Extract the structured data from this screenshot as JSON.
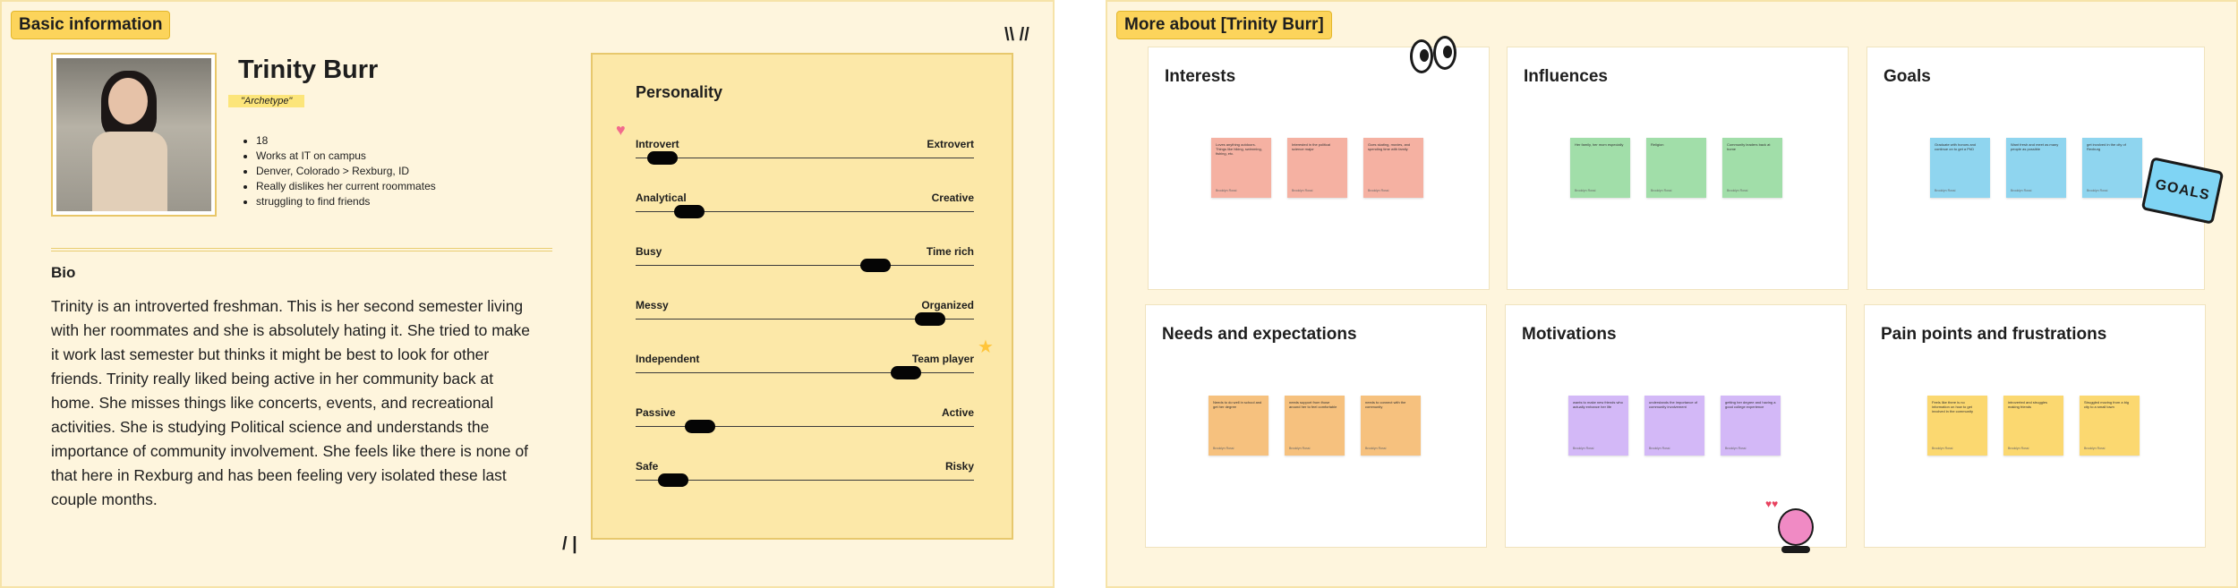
{
  "left_frame": {
    "tag": "Basic information",
    "name": "Trinity Burr",
    "archetype": "\"Archetype\"",
    "facts": [
      "18",
      "Works at IT on campus",
      "Denver, Colorado > Rexburg, ID",
      "Really dislikes her current roommates",
      "struggling to find friends"
    ],
    "bio_heading": "Bio",
    "bio_text": "Trinity is an introverted freshman. This is her second semester living with her roommates and she is absolutely hating it. She tried to make it work last semester but thinks it might be best to look for other friends. Trinity really liked being active in her community back at home. She misses things like concerts, events, and recreational activities. She is studying Political science and understands the importance of community involvement. She feels like there is none of that here in Rexburg and has been feeling very isolated these last couple months.",
    "personality": {
      "title": "Personality",
      "sliders": [
        {
          "left": "Introvert",
          "right": "Extrovert",
          "value": 0.08
        },
        {
          "left": "Analytical",
          "right": "Creative",
          "value": 0.16
        },
        {
          "left": "Busy",
          "right": "Time rich",
          "value": 0.71
        },
        {
          "left": "Messy",
          "right": "Organized",
          "value": 0.87
        },
        {
          "left": "Independent",
          "right": "Team player",
          "value": 0.8
        },
        {
          "left": "Passive",
          "right": "Active",
          "value": 0.19
        },
        {
          "left": "Safe",
          "right": "Risky",
          "value": 0.11
        }
      ]
    }
  },
  "right_frame": {
    "tag": "More about [Trinity Burr]",
    "cards": [
      {
        "title": "Interests",
        "color": "s-red",
        "notes": [
          {
            "text": "Loves anything outdoors. Things like hiking, swimming, fishing, etc.",
            "author": "Brooklyn Rossi"
          },
          {
            "text": "Interested in the political science major",
            "author": "Brooklyn Rossi"
          },
          {
            "text": "Goes skating, movies, and spending time with family",
            "author": "Brooklyn Rossi"
          }
        ]
      },
      {
        "title": "Influences",
        "color": "s-green",
        "notes": [
          {
            "text": "Her family, her mom especially",
            "author": "Brooklyn Rossi"
          },
          {
            "text": "Religion",
            "author": "Brooklyn Rossi"
          },
          {
            "text": "Community leaders back at home",
            "author": "Brooklyn Rossi"
          }
        ]
      },
      {
        "title": "Goals",
        "color": "s-blue",
        "notes": [
          {
            "text": "Graduate with honors and continue on to get a PhD",
            "author": "Brooklyn Rossi"
          },
          {
            "text": "Want fresh and meet as many people as possible",
            "author": "Brooklyn Rossi"
          },
          {
            "text": "get involved in the city of Rexburg",
            "author": "Brooklyn Rossi"
          }
        ]
      },
      {
        "title": "Needs and expectations",
        "color": "s-orange",
        "notes": [
          {
            "text": "Needs to do well in school and get her degree",
            "author": "Brooklyn Rossi"
          },
          {
            "text": "needs support from those around her to feel comfortable",
            "author": "Brooklyn Rossi"
          },
          {
            "text": "needs to connect with the community",
            "author": "Brooklyn Rossi"
          }
        ]
      },
      {
        "title": "Motivations",
        "color": "s-purple",
        "notes": [
          {
            "text": "wants to make new friends who actually enhance her life",
            "author": "Brooklyn Rossi"
          },
          {
            "text": "understands the importance of community involvement",
            "author": "Brooklyn Rossi"
          },
          {
            "text": "getting her degree and having a good college experience",
            "author": "Brooklyn Rossi"
          }
        ]
      },
      {
        "title": "Pain points and frustrations",
        "color": "s-yellow",
        "notes": [
          {
            "text": "Feels like there is no information on how to get involved in the community",
            "author": "Brooklyn Rossi"
          },
          {
            "text": "introverted and struggles making friends",
            "author": "Brooklyn Rossi"
          },
          {
            "text": "Struggled moving from a big city to a small town",
            "author": "Brooklyn Rossi"
          }
        ]
      }
    ],
    "goals_badge": "GOALS"
  },
  "icons": {
    "heart": "heart-icon",
    "star": "star-icon",
    "eyes": "googly-eyes-sticker",
    "badge": "goals-sticker",
    "character": "heart-character-sticker"
  }
}
